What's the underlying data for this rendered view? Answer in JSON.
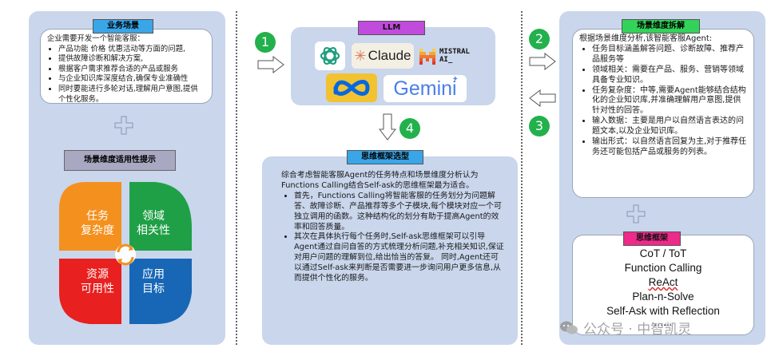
{
  "colors": {
    "panel_bg": "#c9d6ec",
    "tag_blue": "#3aa6e8",
    "tag_purple": "#c04bdc",
    "tag_green": "#33d35a",
    "tag_pink": "#ee2a8a",
    "step_green": "#22b14c",
    "quad_orange": "#f4901e",
    "quad_green": "#1fa046",
    "quad_red": "#e8201f",
    "quad_blue": "#1867b6",
    "tag_gray": "#a8a8c2"
  },
  "panel1": {
    "tag": "业务场景",
    "intro": "企业需要开发一个智能客服：",
    "bullets": [
      "产品功能 价格 优惠活动等方面的问题,",
      "提供故障诊断和解决方案,",
      "根据客户需求推荐合适的产品或服务",
      "与企业知识库深度结合,确保专业准确性",
      "同时要能进行多轮对话,理解用户意图,提供个性化服务。"
    ],
    "fitness_tag": "场景维度适用性提示",
    "quadrants": {
      "top_left": [
        "任务",
        "复杂度"
      ],
      "top_right": [
        "领域",
        "相关性"
      ],
      "bottom_left": [
        "资源",
        "可用性"
      ],
      "bottom_right": [
        "应用",
        "目标"
      ]
    }
  },
  "panel2": {
    "llm_tag": "LLM",
    "logos": {
      "openai": "openai-logo",
      "claude": "Claude",
      "mistral": [
        "MISTRAL",
        "AI_"
      ],
      "meta": "meta-logo",
      "gemini": "Gemini"
    },
    "framework_tag": "思维框架选型",
    "intro": "综合考虑智能客服Agent的任务特点和场景维度分析认为Functions Calling结合Self-ask的思维框架最为适合。",
    "bullets": [
      "首先，Functions Calling将智能客服的任务划分为问题解答、故障诊断、产品推荐等多个子模块,每个模块对应一个可独立调用的函数。这种结构化的划分有助于提高Agent的效率和回答质量。",
      "其次在具体执行每个任务时,Self-ask思维框架可以引导Agent通过自问自答的方式梳理分析问题,补充相关知识,保证对用户问题的理解到位,给出恰当的答复。 同时,Agent还可以通过Self-ask来判断是否需要进一步询问用户更多信息,从而提供个性化的服务。"
    ]
  },
  "panel3": {
    "tag": "场景维度拆解",
    "intro": "根据场景维度分析,该智能客服Agent:",
    "bullets": [
      "任务目标涵盖解答问题、诊断故障、推荐产品服务等",
      "领域相关：需要在产品、服务、营销等领域具备专业知识。",
      "任务复杂度：中等,需要Agent能够结合结构化的企业知识库,并准确理解用户意图,提供针对性的回答。",
      "输入数据：主要是用户以自然语言表达的问题文本,以及企业知识库。",
      "输出形式：以自然语言回复为主,对于推荐任务还可能包括产品或服务的列表。"
    ],
    "fw_tag": "思维框架",
    "frameworks": [
      "CoT / ToT",
      "Function Calling",
      "ReAct",
      "Plan-n-Solve",
      "Self-Ask with Reflection",
      "......"
    ]
  },
  "steps": [
    "1",
    "2",
    "3",
    "4"
  ],
  "watermark": "公众号 · 中智凯灵"
}
